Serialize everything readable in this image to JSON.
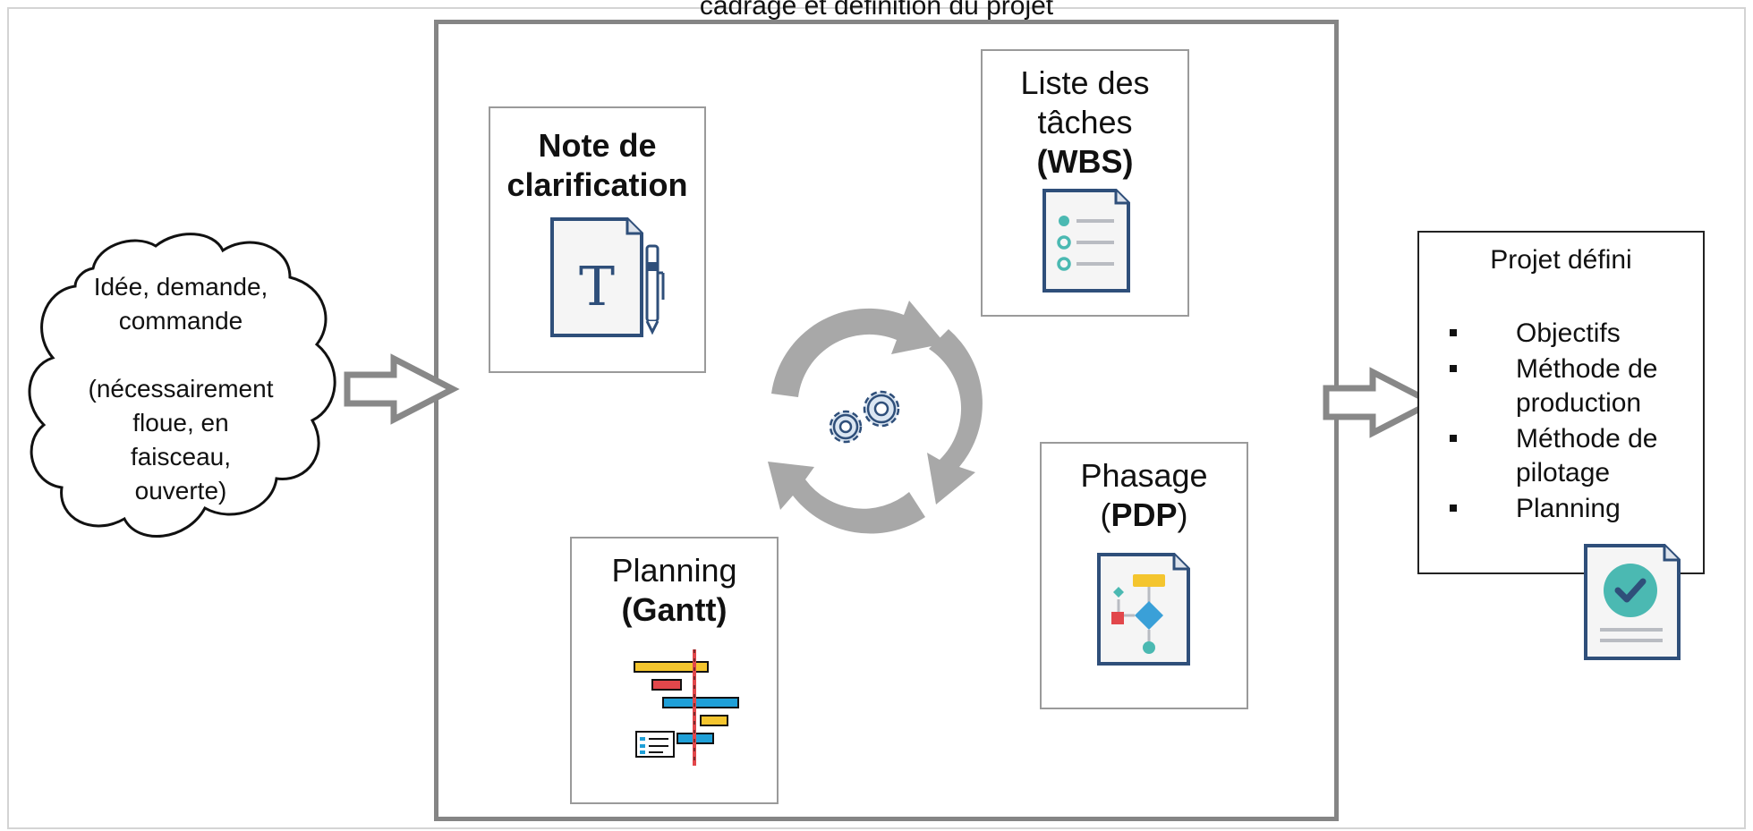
{
  "top_caption": "cadrage et définition du projet",
  "input": {
    "lines": [
      "Idée, demande,",
      "commande",
      "",
      "(nécessairement",
      "floue, en",
      "faisceau,",
      "ouverte)"
    ]
  },
  "cards": {
    "note": {
      "line1": "Note de",
      "line2": "clarification",
      "icon": "document-with-pen-icon"
    },
    "wbs": {
      "line1": "Liste des",
      "line2": "tâches",
      "line3": "(WBS)",
      "icon": "checklist-document-icon"
    },
    "pdp": {
      "line1": "Phasage",
      "open": "(",
      "bold": "PDP",
      "close": ")",
      "icon": "flowchart-document-icon"
    },
    "gantt": {
      "line1": "Planning",
      "line2": "(Gantt)",
      "icon": "gantt-chart-icon"
    }
  },
  "cycle": {
    "icon": "refresh-cycle-icon",
    "center_icon": "gears-icon"
  },
  "output": {
    "title": "Projet défini",
    "items": [
      "Objectifs",
      "Méthode de production",
      "Méthode de pilotage",
      "Planning"
    ],
    "icon": "approved-document-icon"
  },
  "colors": {
    "frame": "#d4d4d4",
    "main_box": "#858585",
    "arrow": "#888888",
    "cycle": "#a8a8a8",
    "doc_blue": "#2f4f7a",
    "teal": "#4bb9b2",
    "gantt_yellow": "#f4c52e",
    "gantt_blue": "#1fa0d8",
    "gantt_red": "#e2474b"
  }
}
